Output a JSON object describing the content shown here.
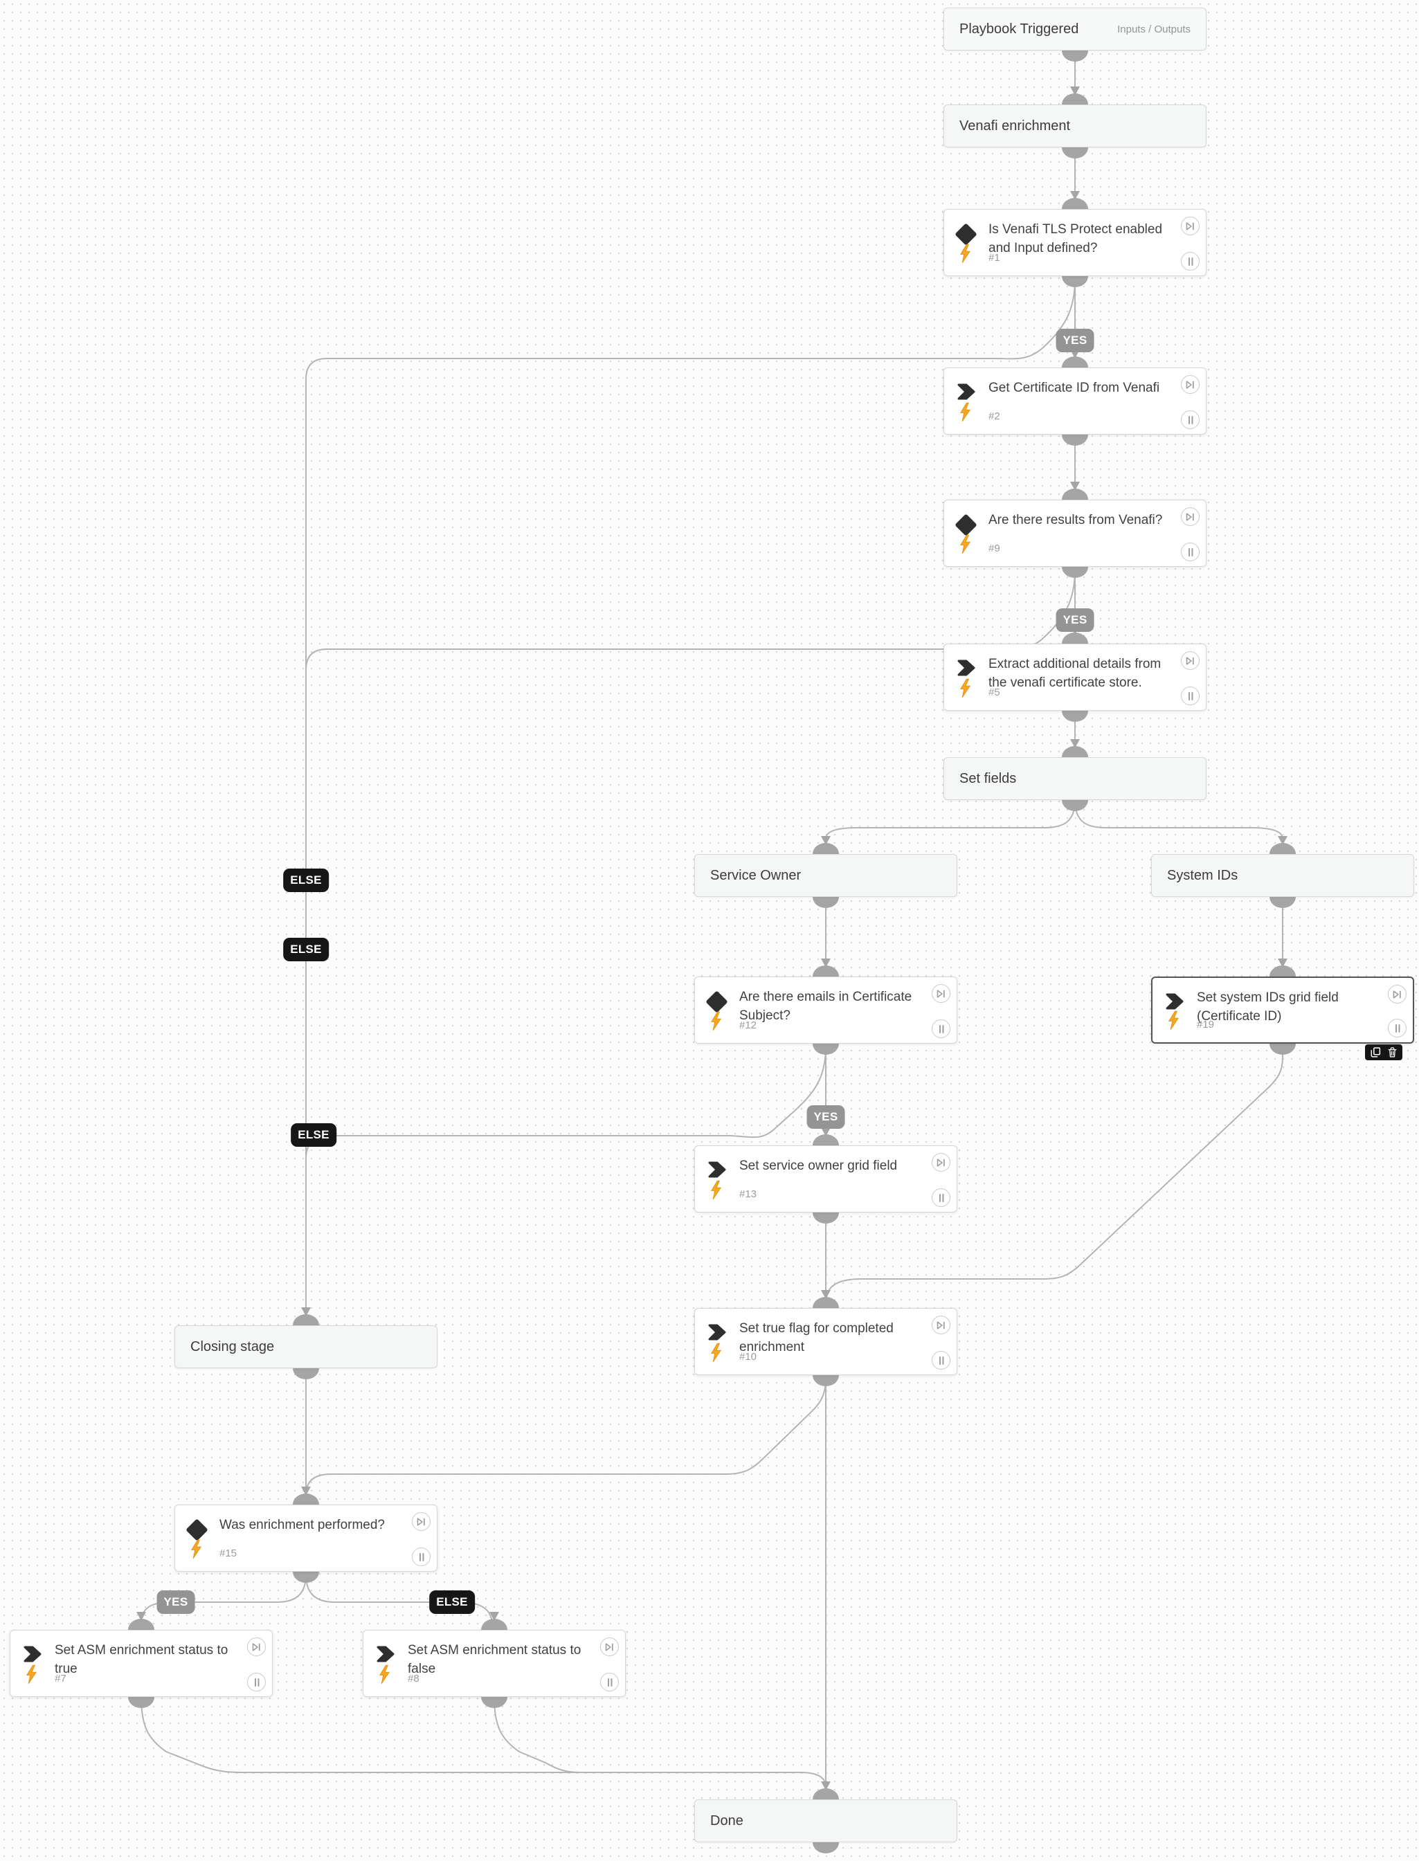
{
  "badges": {
    "yes": "YES",
    "else": "ELSE"
  },
  "nodes": {
    "playbook_triggered": {
      "title": "Playbook Triggered",
      "right_label": "Inputs / Outputs"
    },
    "venafi_enrichment": {
      "title": "Venafi enrichment"
    },
    "n1": {
      "title": "Is Venafi TLS Protect enabled\nand Input defined?",
      "number": "#1"
    },
    "n2": {
      "title": "Get Certificate ID from Venafi",
      "number": "#2"
    },
    "n9": {
      "title": "Are there results from Venafi?",
      "number": "#9"
    },
    "n5": {
      "title": "Extract additional details from\nthe venafi certificate store.",
      "number": "#5"
    },
    "set_fields": {
      "title": "Set fields"
    },
    "service_owner": {
      "title": "Service Owner"
    },
    "system_ids": {
      "title": "System IDs"
    },
    "n12": {
      "title": "Are there emails in Certificate\nSubject?",
      "number": "#12"
    },
    "n19": {
      "title": "Set system IDs grid field\n(Certificate ID)",
      "number": "#19"
    },
    "n13": {
      "title": "Set service owner grid field",
      "number": "#13"
    },
    "n10": {
      "title": "Set true flag for completed\nenrichment",
      "number": "#10"
    },
    "closing_stage": {
      "title": "Closing stage"
    },
    "n15": {
      "title": "Was enrichment performed?",
      "number": "#15"
    },
    "n7": {
      "title": "Set ASM enrichment status to true",
      "number": "#7"
    },
    "n8": {
      "title": "Set ASM enrichment status to\nfalse",
      "number": "#8"
    },
    "done": {
      "title": "Done"
    }
  },
  "colors": {
    "edge": "#b4b4b4",
    "port": "#a5a5a5",
    "bolt": "#F6A723",
    "badge_yes_bg": "#949494",
    "badge_else_bg": "#161616",
    "selected_border": "#555555"
  }
}
